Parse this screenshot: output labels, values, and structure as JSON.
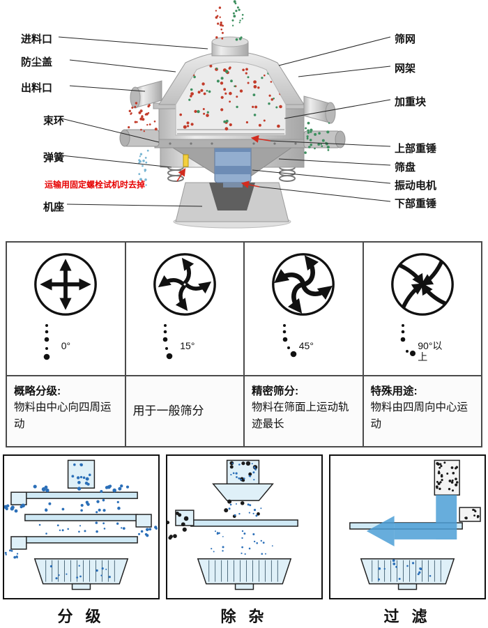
{
  "machine": {
    "left_labels": [
      {
        "text": "进料口"
      },
      {
        "text": "防尘盖"
      },
      {
        "text": "出料口"
      },
      {
        "text": "束环"
      },
      {
        "text": "弹簧"
      },
      {
        "text": "运输用固定螺栓试机时去掉"
      },
      {
        "text": "机座"
      }
    ],
    "right_labels": [
      {
        "text": "筛网"
      },
      {
        "text": "网架"
      },
      {
        "text": "加重块"
      },
      {
        "text": "上部重锤"
      },
      {
        "text": "筛盘"
      },
      {
        "text": "振动电机"
      },
      {
        "text": "下部重锤"
      }
    ]
  },
  "angle_table": {
    "columns": [
      {
        "angle": "0°",
        "title": "概略分级:",
        "description": "物料由中心向四周运动"
      },
      {
        "angle": "15°",
        "title": "",
        "description": "用于一般筛分"
      },
      {
        "angle": "45°",
        "title": "精密筛分:",
        "description": "物料在筛面上运动轨迹最长"
      },
      {
        "angle": "90°以上",
        "title": "特殊用途:",
        "description": "物料由四周向中心运动"
      }
    ]
  },
  "applications": {
    "panels": [
      {
        "label": "分 级"
      },
      {
        "label": "除 杂"
      },
      {
        "label": "过 滤"
      }
    ]
  },
  "colors": {
    "red_particles": "#c23b2a",
    "green_particles": "#3d8f5f",
    "cyan_particles": "#7ab6d3",
    "blue_particles": "#2b6fb8",
    "black_particles": "#1a1a1a",
    "note_red": "#e60000"
  }
}
